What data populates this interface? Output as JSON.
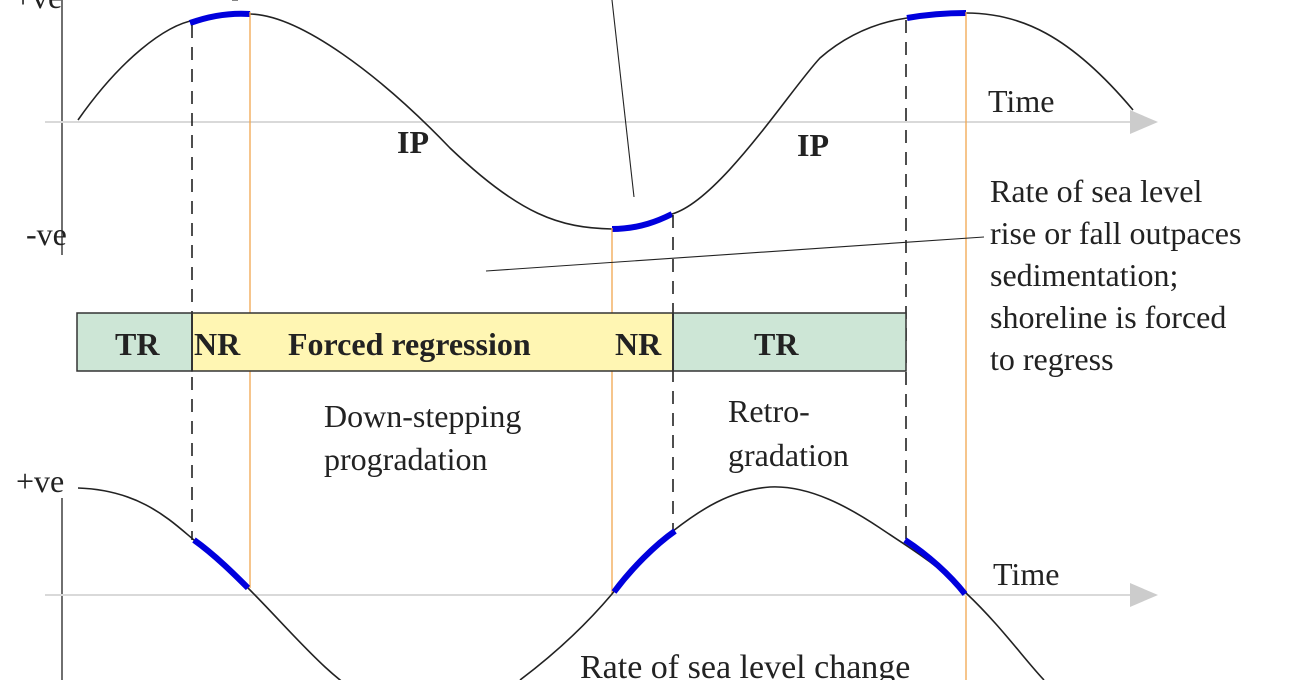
{
  "colors": {
    "transgressive": "#cde6d6",
    "regressive": "#fff6b3",
    "highlight": "#0000dd",
    "orange_line": "#f2a64e",
    "axis_arrow": "#cccccc"
  },
  "top_graph": {
    "pos_label": "+ve",
    "neg_label": "-ve",
    "time_label": "Time",
    "ip_left": "IP",
    "ip_right": "IP"
  },
  "annotation": {
    "lines": [
      "Rate of sea level",
      "rise or fall outpaces",
      "sedimentation;",
      "shoreline is forced",
      "to regress"
    ]
  },
  "bar": {
    "tr_left": "TR",
    "nr_left": "NR",
    "forced": "Forced regression",
    "nr_right": "NR",
    "tr_right": "TR"
  },
  "descriptions": {
    "down_stepping": [
      "Down-stepping",
      "progradation"
    ],
    "retro": [
      "Retro-",
      "gradation"
    ]
  },
  "bottom_graph": {
    "pos_label": "+ve",
    "time_label": "Time",
    "caption": "Rate of sea level change"
  }
}
